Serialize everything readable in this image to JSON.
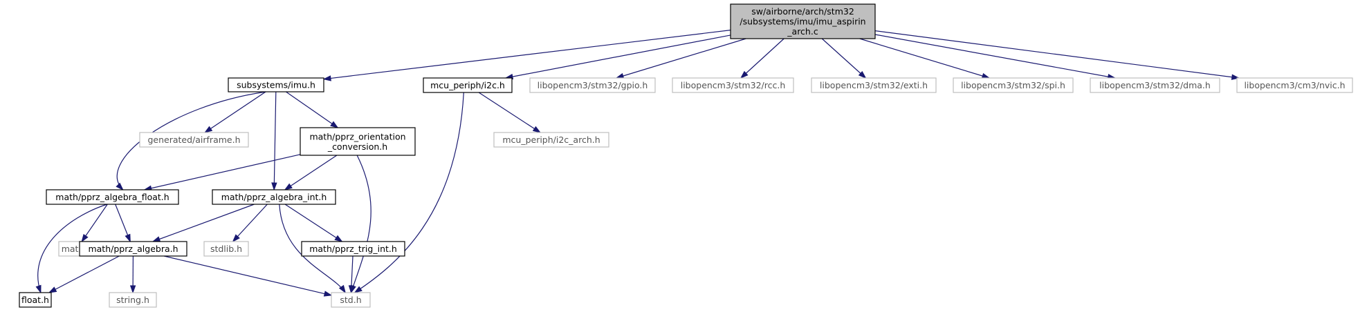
{
  "graph": {
    "nodes": {
      "root": [
        "sw/airborne/arch/stm32",
        "/subsystems/imu/imu_aspirin",
        "_arch.c"
      ],
      "imu_h": [
        "subsystems/imu.h"
      ],
      "i2c_h": [
        "mcu_periph/i2c.h"
      ],
      "gpio_h": [
        "libopencm3/stm32/gpio.h"
      ],
      "rcc_h": [
        "libopencm3/stm32/rcc.h"
      ],
      "exti_h": [
        "libopencm3/stm32/exti.h"
      ],
      "spi_h": [
        "libopencm3/stm32/spi.h"
      ],
      "dma_h": [
        "libopencm3/stm32/dma.h"
      ],
      "nvic_h": [
        "libopencm3/cm3/nvic.h"
      ],
      "airframe_h": [
        "generated/airframe.h"
      ],
      "orient_h": [
        "math/pprz_orientation",
        "_conversion.h"
      ],
      "i2c_arch_h": [
        "mcu_periph/i2c_arch.h"
      ],
      "alg_float_h": [
        "math/pprz_algebra_float.h"
      ],
      "alg_int_h": [
        "math/pprz_algebra_int.h"
      ],
      "math_h": [
        "math.h"
      ],
      "alg_h": [
        "math/pprz_algebra.h"
      ],
      "stdlib_h": [
        "stdlib.h"
      ],
      "trig_h": [
        "math/pprz_trig_int.h"
      ],
      "float_h": [
        "float.h"
      ],
      "string_h": [
        "string.h"
      ],
      "std_h": [
        "std.h"
      ]
    },
    "edges": [
      [
        "root",
        "imu_h"
      ],
      [
        "root",
        "i2c_h"
      ],
      [
        "root",
        "gpio_h"
      ],
      [
        "root",
        "rcc_h"
      ],
      [
        "root",
        "exti_h"
      ],
      [
        "root",
        "spi_h"
      ],
      [
        "root",
        "dma_h"
      ],
      [
        "root",
        "nvic_h"
      ],
      [
        "imu_h",
        "alg_float_h"
      ],
      [
        "imu_h",
        "airframe_h"
      ],
      [
        "imu_h",
        "alg_int_h"
      ],
      [
        "imu_h",
        "orient_h"
      ],
      [
        "i2c_h",
        "i2c_arch_h"
      ],
      [
        "i2c_h",
        "std_h"
      ],
      [
        "orient_h",
        "alg_float_h"
      ],
      [
        "orient_h",
        "alg_int_h"
      ],
      [
        "orient_h",
        "std_h"
      ],
      [
        "alg_float_h",
        "float_h"
      ],
      [
        "alg_float_h",
        "math_h"
      ],
      [
        "alg_float_h",
        "alg_h"
      ],
      [
        "alg_int_h",
        "alg_h"
      ],
      [
        "alg_int_h",
        "stdlib_h"
      ],
      [
        "alg_int_h",
        "trig_h"
      ],
      [
        "alg_int_h",
        "std_h"
      ],
      [
        "alg_h",
        "float_h"
      ],
      [
        "alg_h",
        "string_h"
      ],
      [
        "alg_h",
        "std_h"
      ],
      [
        "trig_h",
        "std_h"
      ]
    ]
  }
}
